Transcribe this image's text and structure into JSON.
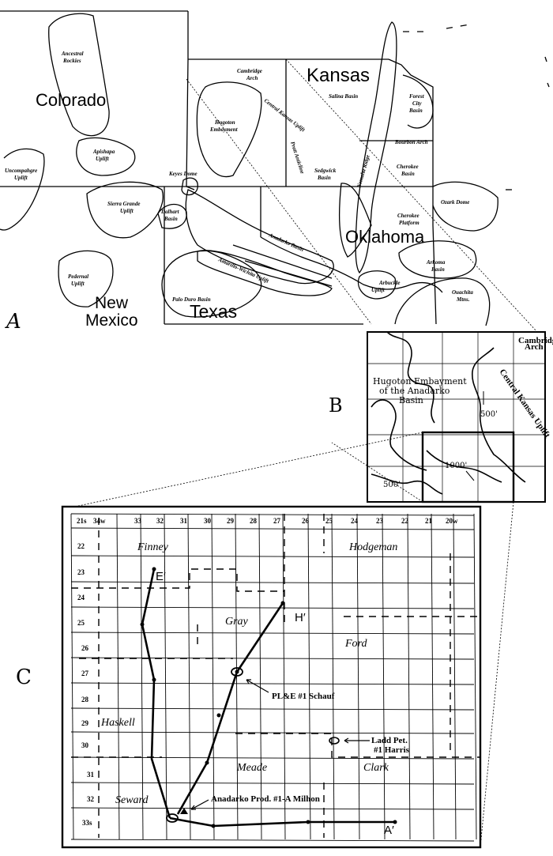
{
  "panels": {
    "a": "A",
    "b": "B",
    "c": "C"
  },
  "states": {
    "colorado": "Colorado",
    "kansas": "Kansas",
    "oklahoma": "Oklahoma",
    "new_mexico_1": "New",
    "new_mexico_2": "Mexico",
    "texas": "Texas"
  },
  "features": {
    "ancestral_rockies_1": "Ancestral",
    "ancestral_rockies_2": "Rockies",
    "uncompahgre_1": "Uncompahgre",
    "uncompahgre_2": "Uplift",
    "apishapa_1": "Apishapa",
    "apishapa_2": "Uplift",
    "sierra_grande_1": "Sierra Grande",
    "sierra_grande_2": "Uplift",
    "pedernal_1": "Pedernal",
    "pedernal_2": "Uplift",
    "keyes_dome": "Keyes Dome",
    "dalhart_1": "Dalhart",
    "dalhart_2": "Basin",
    "palo_duro": "Palo Duro Basin",
    "amarillo_wichita": "Amarillo-Wichita Uplift",
    "anadarko_basin": "Anadarko Basin",
    "arbuckle_1": "Arbuckle",
    "arbuckle_2": "Uplift",
    "ardmore_1": "Arkoma",
    "ardmore_2": "Basin",
    "ouachita_1": "Ouachita",
    "ouachita_2": "Mtns.",
    "cherokee_platform_1": "Cherokee",
    "cherokee_platform_2": "Platform",
    "ozark_dome": "Ozark Dome",
    "cherokee_basin_1": "Cherokee",
    "cherokee_basin_2": "Basin",
    "bourbon_arch": "Bourbon Arch",
    "forest_city_1": "Forest",
    "forest_city_2": "City",
    "forest_city_3": "Basin",
    "salina_basin": "Salina Basin",
    "cambridge_1": "Cambridge",
    "cambridge_2": "Arch",
    "hugoton_1": "Hugoton",
    "hugoton_2": "Embayment",
    "central_kansas_uplift": "Central Kansas Uplift",
    "pratt_anticline": "Pratt Anticline",
    "sedgwick_1": "Sedgwick",
    "sedgwick_2": "Basin",
    "nemaha_ridge": "Nemaha Ridge"
  },
  "panel_b": {
    "cambridge_1": "Cambridge",
    "cambridge_2": "Arch",
    "hugoton_1": "Hugoton Embayment",
    "hugoton_2": "of the Anadarko",
    "hugoton_3": "Basin",
    "central_kansas_uplift": "Central Kansas Uplift",
    "contour_500_east": "500'",
    "contour_1000": "1000'",
    "contour_500_west": "500'"
  },
  "panel_c": {
    "range_labels": [
      "34w",
      "33",
      "32",
      "31",
      "30",
      "29",
      "28",
      "27",
      "26",
      "25",
      "24",
      "23",
      "22",
      "21",
      "20w"
    ],
    "township_labels": [
      "21s",
      "22",
      "23",
      "24",
      "25",
      "26",
      "27",
      "28",
      "29",
      "30",
      "31",
      "32",
      "33s"
    ],
    "counties": {
      "finney": "Finney",
      "hodgeman": "Hodgeman",
      "gray": "Gray",
      "ford": "Ford",
      "haskell": "Haskell",
      "meade": "Meade",
      "clark": "Clark",
      "seward": "Seward"
    },
    "section_ends": {
      "e_prime": "E′",
      "h_prime": "H′",
      "a_prime": "A′"
    },
    "wells": {
      "schauf": "PL&E #1 Schauf",
      "harris_1": "Ladd Pet.",
      "harris_2": "#1 Harris",
      "milhon": "Anadarko Prod. #1-A Milhon"
    }
  }
}
